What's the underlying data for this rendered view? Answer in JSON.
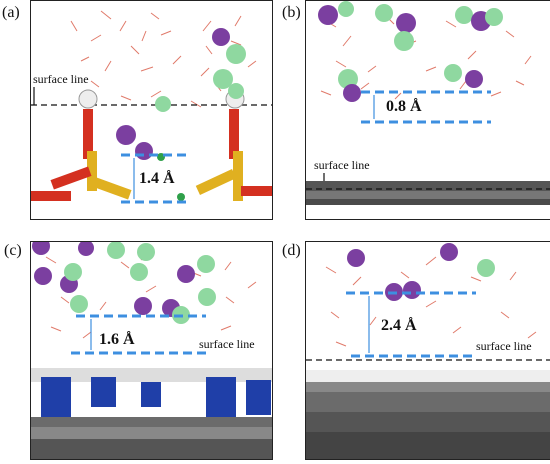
{
  "panels": [
    {
      "label": "(a)",
      "distance": "1.4 Å",
      "surface": "surface line"
    },
    {
      "label": "(b)",
      "distance": "0.8 Å",
      "surface": "surface line"
    },
    {
      "label": "(c)",
      "distance": "1.6 Å",
      "surface": "surface line"
    },
    {
      "label": "(d)",
      "distance": "2.4 Å",
      "surface": "surface line"
    }
  ],
  "colors": {
    "cation": "#7b3fa0",
    "anion": "#8fd8a0",
    "water": "#e07a6a",
    "guide": "#3d8fe0",
    "carbon": "#6b6b6b",
    "nitrogen": "#1f3fa8",
    "hydrogen": "#eeeeee",
    "phosphorus": "#e0b020",
    "oxygen": "#d43020"
  }
}
